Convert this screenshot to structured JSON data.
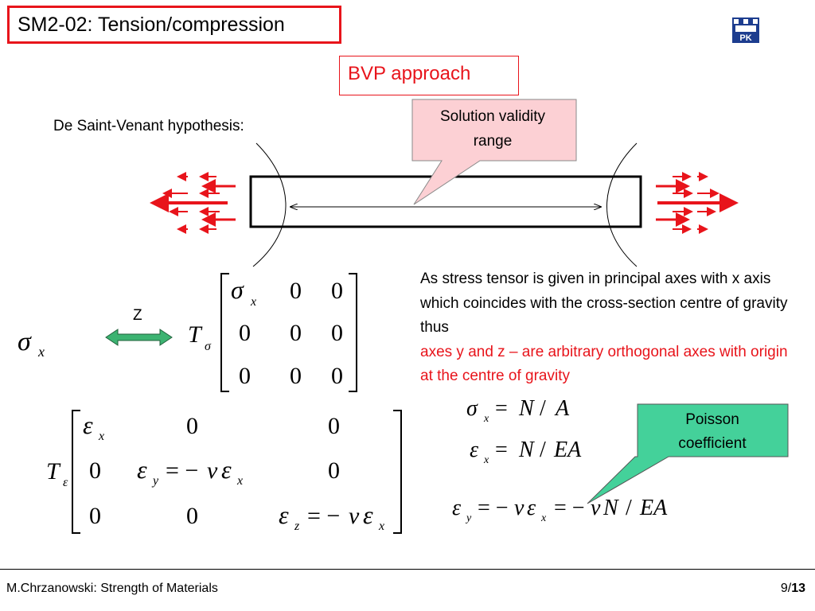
{
  "header": {
    "title": "SM2-02: Tension/compression",
    "logo_text": "PK"
  },
  "section": {
    "badge": "BVP approach"
  },
  "hypothesis": {
    "label": "De Saint-Venant hypothesis:"
  },
  "callouts": {
    "validity": [
      "Solution validity",
      "range"
    ],
    "poisson": [
      "Poisson",
      "coefficient"
    ]
  },
  "axis_label": "Z",
  "explanation": {
    "black_text": "As stress tensor is given in principal axes with x axis which coincides with the cross-section centre of gravity thus",
    "red_text": "axes y and z – are arbitrary orthogonal axes with origin at the centre of gravity"
  },
  "footer": {
    "author": "M.Chrzanowski: Strength of Materials",
    "page_current": "9/",
    "page_total": "13"
  },
  "colors": {
    "accent_red": "#e8141b",
    "callout_pink": "#fcd0d4",
    "callout_green": "#44d19a",
    "arrow_green": "#3cb371"
  }
}
